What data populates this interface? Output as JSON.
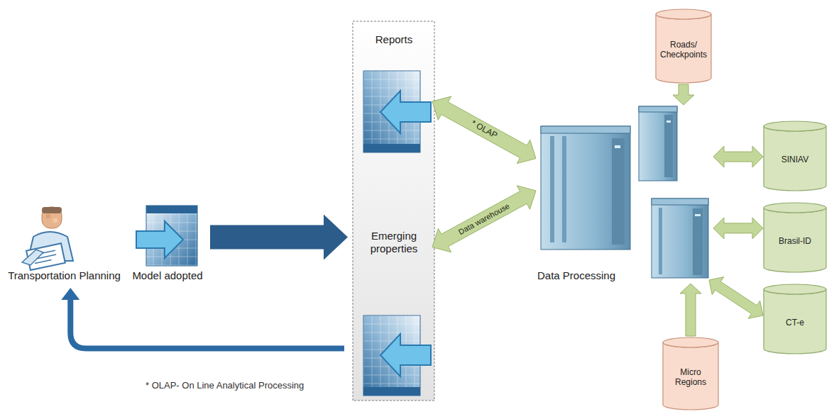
{
  "diagram": {
    "nodes": [
      {
        "text": [
          "Transportation Planning"
        ]
      },
      {
        "text": [
          "Model adopted"
        ]
      },
      {
        "text": [
          "Reports"
        ]
      },
      {
        "text": [
          "Emerging properties"
        ]
      },
      {
        "text": [
          "Data Processing"
        ]
      },
      {
        "text": [
          "Roads/ Checkpoints"
        ]
      },
      {
        "text": [
          "SINIAV"
        ]
      },
      {
        "text": [
          "Brasil-ID"
        ]
      },
      {
        "text": [
          "CT-e"
        ]
      },
      {
        "text": [
          "Micro Regions"
        ]
      }
    ],
    "edges": [
      {
        "from": 1,
        "to": 2,
        "arrow": "to"
      },
      {
        "from": 3,
        "to": 0,
        "arrow": "to"
      },
      {
        "from": 2,
        "to": 4,
        "label": "* OLAP",
        "arrow": "both"
      },
      {
        "from": 3,
        "to": 4,
        "label": "Data warehouse",
        "arrow": "both"
      },
      {
        "from": 5,
        "to": 4,
        "arrow": "to"
      },
      {
        "from": 4,
        "to": 6,
        "arrow": "both"
      },
      {
        "from": 4,
        "to": 7,
        "arrow": "both"
      },
      {
        "from": 4,
        "to": 8,
        "arrow": "both"
      },
      {
        "from": 9,
        "to": 4,
        "arrow": "to"
      }
    ],
    "labels": [
      "* OLAP- On Line Analytical Processing"
    ]
  }
}
